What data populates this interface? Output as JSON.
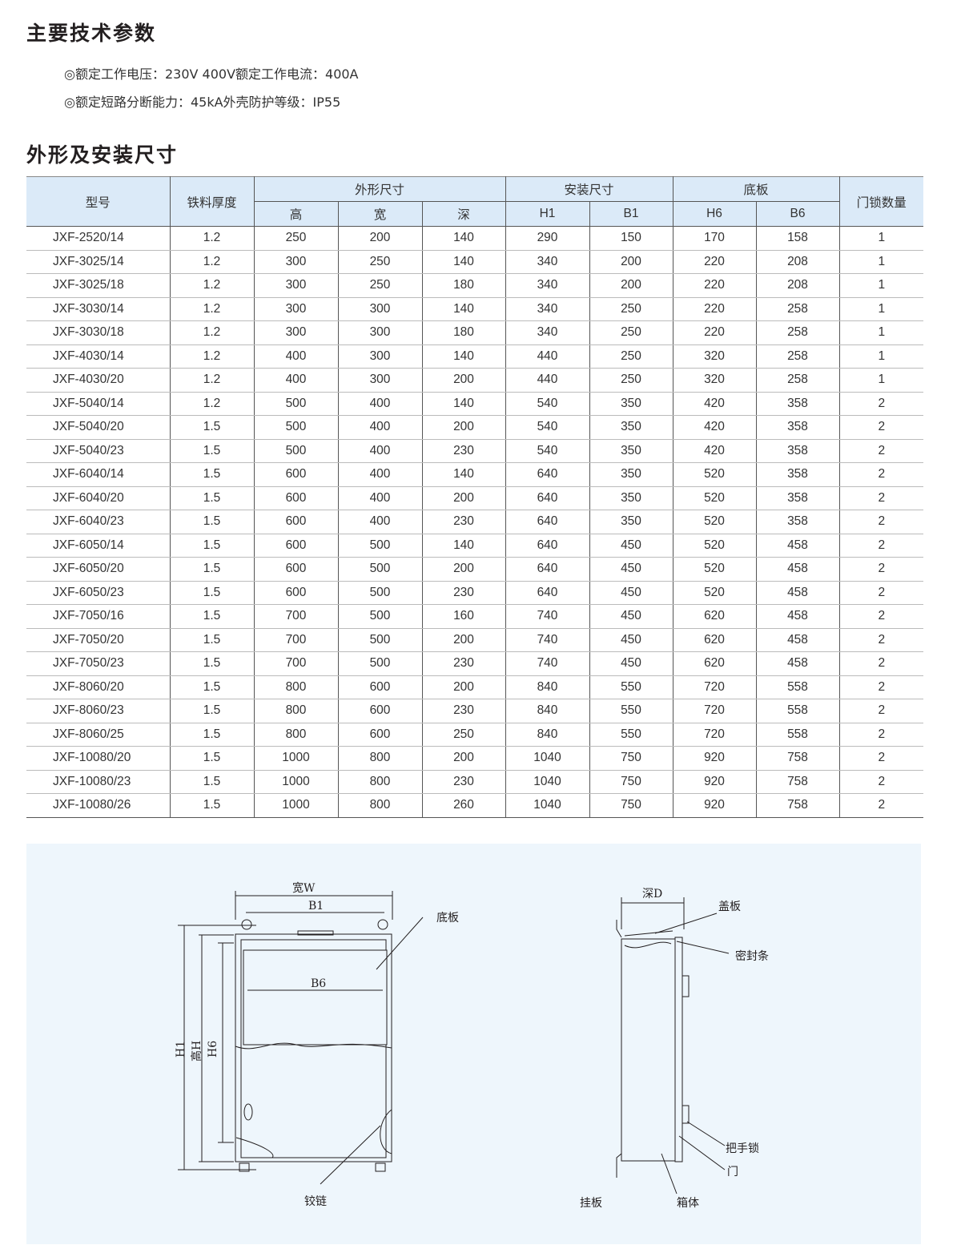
{
  "section1": {
    "title": "主要技术参数",
    "specs": [
      "◎额定工作电压：230V  400V额定工作电流：400A",
      "◎额定短路分断能力：45kA外壳防护等级：IP55"
    ]
  },
  "section2": {
    "title": "外形及安装尺寸"
  },
  "table": {
    "headers": {
      "model": "型号",
      "thickness": "铁料厚度",
      "outer": "外形尺寸",
      "install": "安装尺寸",
      "base": "底板",
      "locks": "门锁数量",
      "sub": [
        "高",
        "宽",
        "深",
        "H1",
        "B1",
        "H6",
        "B6"
      ]
    },
    "rows": [
      [
        "JXF-2520/14",
        "1.2",
        "250",
        "200",
        "140",
        "290",
        "150",
        "170",
        "158",
        "1"
      ],
      [
        "JXF-3025/14",
        "1.2",
        "300",
        "250",
        "140",
        "340",
        "200",
        "220",
        "208",
        "1"
      ],
      [
        "JXF-3025/18",
        "1.2",
        "300",
        "250",
        "180",
        "340",
        "200",
        "220",
        "208",
        "1"
      ],
      [
        "JXF-3030/14",
        "1.2",
        "300",
        "300",
        "140",
        "340",
        "250",
        "220",
        "258",
        "1"
      ],
      [
        "JXF-3030/18",
        "1.2",
        "300",
        "300",
        "180",
        "340",
        "250",
        "220",
        "258",
        "1"
      ],
      [
        "JXF-4030/14",
        "1.2",
        "400",
        "300",
        "140",
        "440",
        "250",
        "320",
        "258",
        "1"
      ],
      [
        "JXF-4030/20",
        "1.2",
        "400",
        "300",
        "200",
        "440",
        "250",
        "320",
        "258",
        "1"
      ],
      [
        "JXF-5040/14",
        "1.2",
        "500",
        "400",
        "140",
        "540",
        "350",
        "420",
        "358",
        "2"
      ],
      [
        "JXF-5040/20",
        "1.5",
        "500",
        "400",
        "200",
        "540",
        "350",
        "420",
        "358",
        "2"
      ],
      [
        "JXF-5040/23",
        "1.5",
        "500",
        "400",
        "230",
        "540",
        "350",
        "420",
        "358",
        "2"
      ],
      [
        "JXF-6040/14",
        "1.5",
        "600",
        "400",
        "140",
        "640",
        "350",
        "520",
        "358",
        "2"
      ],
      [
        "JXF-6040/20",
        "1.5",
        "600",
        "400",
        "200",
        "640",
        "350",
        "520",
        "358",
        "2"
      ],
      [
        "JXF-6040/23",
        "1.5",
        "600",
        "400",
        "230",
        "640",
        "350",
        "520",
        "358",
        "2"
      ],
      [
        "JXF-6050/14",
        "1.5",
        "600",
        "500",
        "140",
        "640",
        "450",
        "520",
        "458",
        "2"
      ],
      [
        "JXF-6050/20",
        "1.5",
        "600",
        "500",
        "200",
        "640",
        "450",
        "520",
        "458",
        "2"
      ],
      [
        "JXF-6050/23",
        "1.5",
        "600",
        "500",
        "230",
        "640",
        "450",
        "520",
        "458",
        "2"
      ],
      [
        "JXF-7050/16",
        "1.5",
        "700",
        "500",
        "160",
        "740",
        "450",
        "620",
        "458",
        "2"
      ],
      [
        "JXF-7050/20",
        "1.5",
        "700",
        "500",
        "200",
        "740",
        "450",
        "620",
        "458",
        "2"
      ],
      [
        "JXF-7050/23",
        "1.5",
        "700",
        "500",
        "230",
        "740",
        "450",
        "620",
        "458",
        "2"
      ],
      [
        "JXF-8060/20",
        "1.5",
        "800",
        "600",
        "200",
        "840",
        "550",
        "720",
        "558",
        "2"
      ],
      [
        "JXF-8060/23",
        "1.5",
        "800",
        "600",
        "230",
        "840",
        "550",
        "720",
        "558",
        "2"
      ],
      [
        "JXF-8060/25",
        "1.5",
        "800",
        "600",
        "250",
        "840",
        "550",
        "720",
        "558",
        "2"
      ],
      [
        "JXF-10080/20",
        "1.5",
        "1000",
        "800",
        "200",
        "1040",
        "750",
        "920",
        "758",
        "2"
      ],
      [
        "JXF-10080/23",
        "1.5",
        "1000",
        "800",
        "230",
        "1040",
        "750",
        "920",
        "758",
        "2"
      ],
      [
        "JXF-10080/26",
        "1.5",
        "1000",
        "800",
        "260",
        "1040",
        "750",
        "920",
        "758",
        "2"
      ]
    ]
  },
  "diagram": {
    "front": {
      "width": "宽W",
      "b1": "B1",
      "b6": "B6",
      "h1": "H1",
      "h": "高H",
      "h6": "H6",
      "base_plate": "底板",
      "hinge": "铰链"
    },
    "side": {
      "depth": "深D",
      "cover": "盖板",
      "seal": "密封条",
      "handle_lock": "把手锁",
      "door": "门",
      "hanger": "挂板",
      "body": "箱体"
    }
  }
}
